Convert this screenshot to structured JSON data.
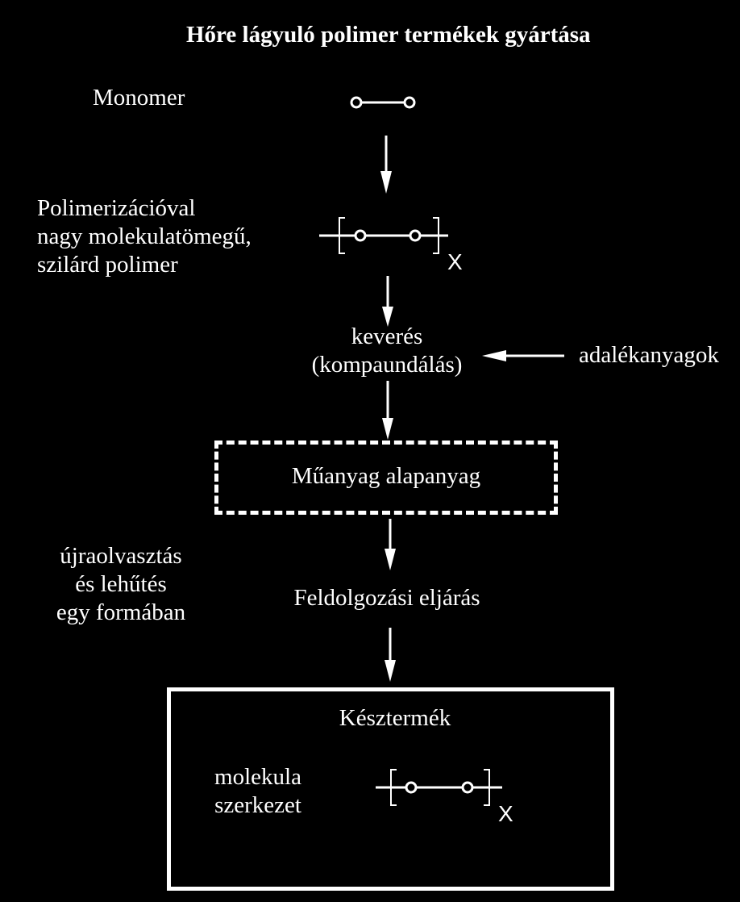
{
  "title": "Hőre lágyuló polimer termékek gyártása",
  "left_labels": {
    "monomer": "Monomer",
    "polymerization": [
      "Polimerizációval",
      "nagy molekulatömegű,",
      "szilárd polimer"
    ],
    "remelt": [
      "újraolvasztás",
      "és lehűtés",
      "egy formában"
    ]
  },
  "center": {
    "mixing": [
      "keverés",
      "(kompaundálás)"
    ],
    "raw_material": "Műanyag alapanyag",
    "processing": "Feldolgozási eljárás",
    "final_product": "Késztermék",
    "molecule_structure": [
      "molekula",
      "szerkezet"
    ]
  },
  "right_labels": {
    "additives": "adalékanyagok"
  },
  "repeat_subscript": "X",
  "colors": {
    "background": "#000000",
    "foreground": "#ffffff"
  }
}
